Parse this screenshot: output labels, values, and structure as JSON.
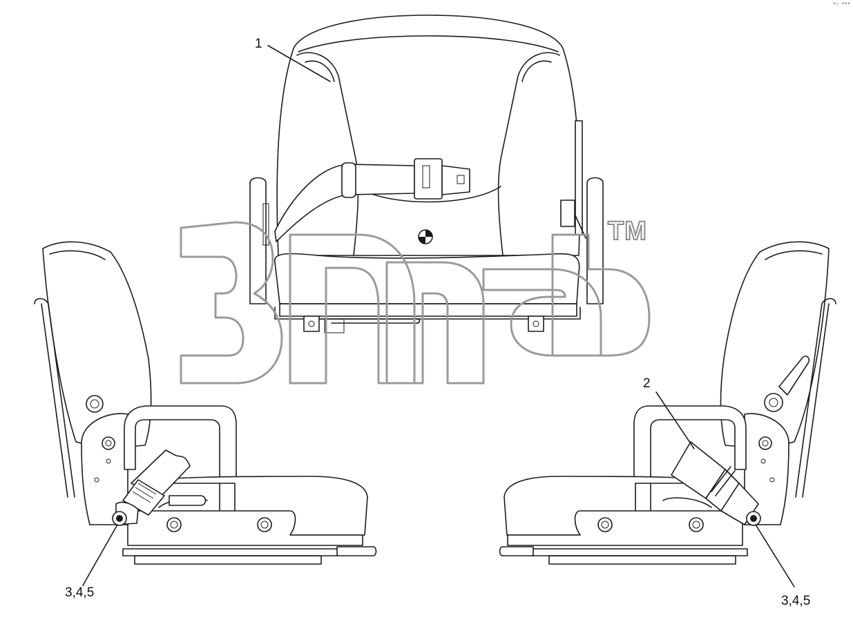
{
  "callouts": {
    "c1": "1",
    "c2": "2",
    "c345_left": "3,4,5",
    "c345_right": "3,4,5"
  },
  "watermark": {
    "trademark": "TM"
  },
  "corner_mark": "°ⁿ °°°"
}
